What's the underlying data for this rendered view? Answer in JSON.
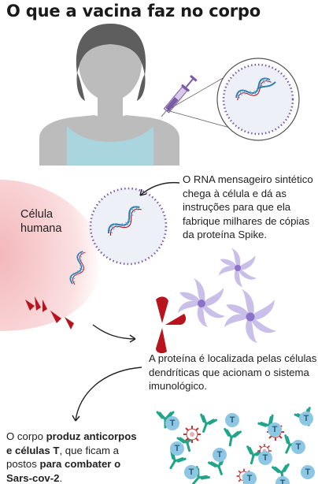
{
  "title": "O que a vacina faz no corpo",
  "cell_label_line1": "Célula",
  "cell_label_line2": "humana",
  "step1_text": "O RNA mensageiro sintético chega à célula e dá as instruções para que ela fabrique milhares de cópias da proteína Spike.",
  "step2_text": "A proteína é localizada pelas células dendríticas que acionam o sistema imunológico.",
  "step3": {
    "p1": "O corpo ",
    "b1": "produz anticorpos e células T",
    "p2": ", que ficam a postos ",
    "b2": "para combater o Sars-cov-2",
    "p3": "."
  },
  "tcell_letter": "T",
  "colors": {
    "skin": "#bcbcbc",
    "shirt": "#a9d5df",
    "cell_pink": "#f7c9cb",
    "spike_red": "#b8141e",
    "dendritic": "#a99ad9",
    "rna_blue": "#2f7fb3",
    "antibody_green": "#21a58a",
    "tcell_blue": "#8ec7e3",
    "syringe_purple": "#7b5aa6"
  },
  "icons": [
    "person",
    "syringe",
    "magnifier-circle",
    "rna-strand",
    "human-cell",
    "spike-protein",
    "dendritic-cell",
    "antibody",
    "t-cell",
    "virus"
  ]
}
